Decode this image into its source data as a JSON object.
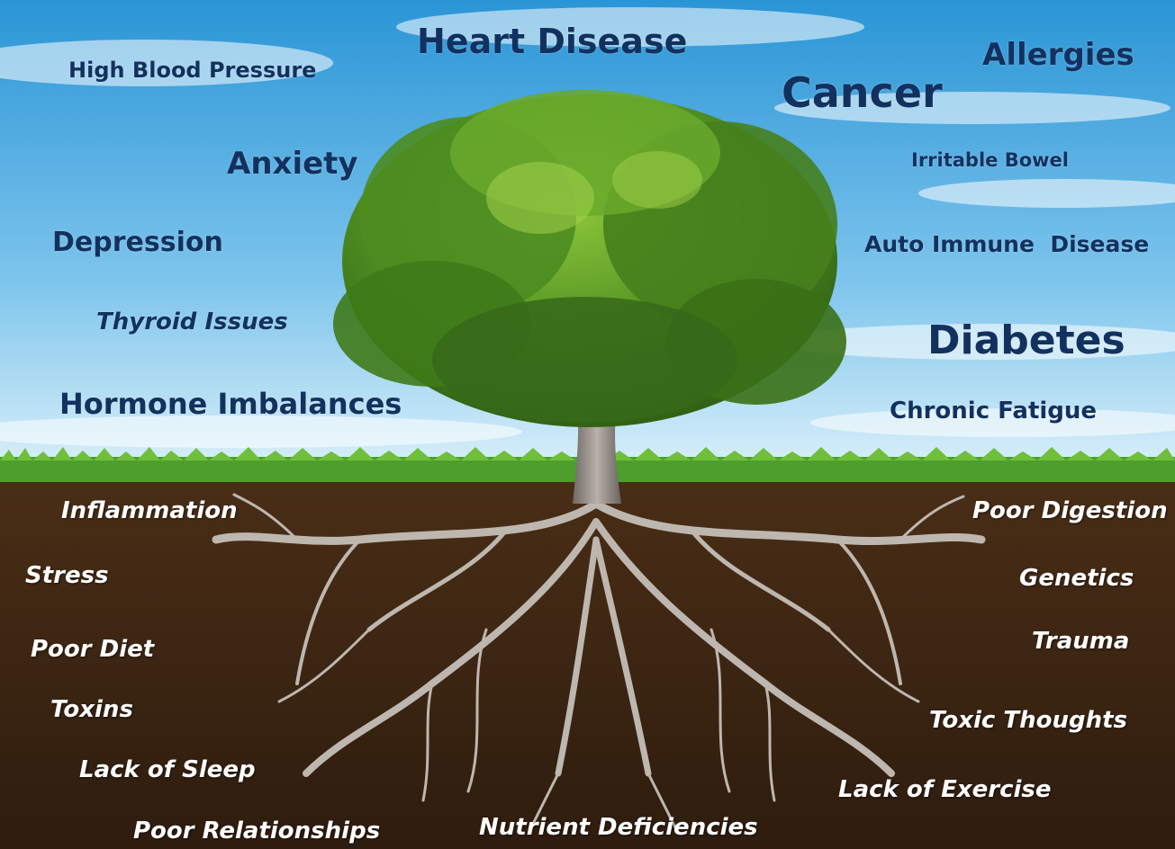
{
  "colors": {
    "sky_top": "#2f9fdc",
    "sky_bottom": "#cfeaf7",
    "grass": "#4e9e2c",
    "soil": "#3d2614",
    "foliage": "#3f7d1e",
    "roots": "#b9b3ad",
    "sky_text": "#13315f",
    "soil_text": "#ffffff"
  },
  "sky_labels": {
    "high_blood_pressure": "High Blood Pressure",
    "heart_disease": "Heart Disease",
    "allergies": "Allergies",
    "cancer": "Cancer",
    "anxiety": "Anxiety",
    "irritable_bowel": "Irritable Bowel",
    "depression": "Depression",
    "auto_immune_disease": "Auto Immune  Disease",
    "thyroid_issues": "Thyroid Issues",
    "diabetes": "Diabetes",
    "hormone_imbalances": "Hormone Imbalances",
    "chronic_fatigue": "Chronic Fatigue"
  },
  "root_labels": {
    "inflammation": "Inflammation",
    "stress": "Stress",
    "poor_diet": "Poor Diet",
    "toxins": "Toxins",
    "lack_of_sleep": "Lack of Sleep",
    "poor_relationships": "Poor Relationships",
    "nutrient_deficiencies": "Nutrient Deficiencies",
    "poor_digestion": "Poor Digestion",
    "genetics": "Genetics",
    "trauma": "Trauma",
    "toxic_thoughts": "Toxic Thoughts",
    "lack_of_exercise": "Lack of Exercise"
  }
}
